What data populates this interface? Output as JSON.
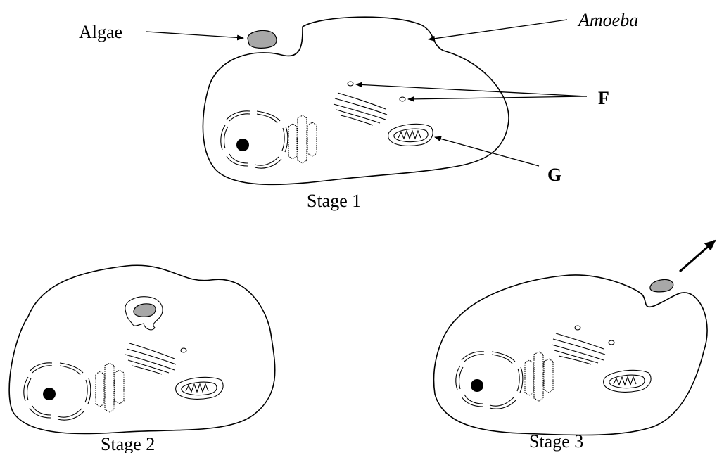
{
  "labels": {
    "algae": "Algae",
    "amoeba": "Amoeba",
    "f": "F",
    "g": "G",
    "stage1": "Stage 1",
    "stage2": "Stage 2",
    "stage3": "Stage 3"
  },
  "colors": {
    "line": "#000000",
    "algae_fill": "#a8a8a8",
    "background": "#ffffff"
  }
}
